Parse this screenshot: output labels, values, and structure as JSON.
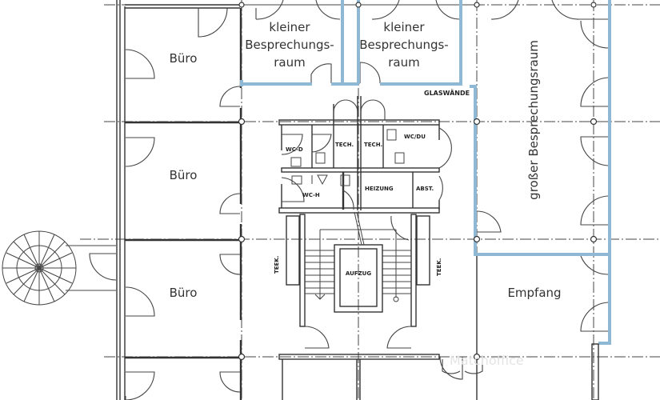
{
  "floorplan": {
    "rooms": {
      "buero_1": "Büro",
      "buero_2": "Büro",
      "buero_3": "Büro",
      "kleiner_1": [
        "kleiner",
        "Besprechungs-",
        "raum"
      ],
      "kleiner_2": [
        "kleiner",
        "Besprechungs-",
        "raum"
      ],
      "grosser": "großer Besprechungsraum",
      "empfang": "Empfang"
    },
    "labels": {
      "glaswaende": "GLASWÄNDE",
      "wc_d": "WC-D",
      "tech_1": "TECH.",
      "tech_2": "TECH.",
      "wc_du": "WC/DU",
      "wc_h": "WC-H",
      "heizung": "HEIZUNG",
      "abst": "ABST.",
      "aufzug": "AUFZUG",
      "teek_1": "TEEK.",
      "teek_2": "TEEK."
    },
    "watermark": "Matchoffice",
    "colors": {
      "glass_wall": "#8fb8d4",
      "lines": "#333333"
    }
  }
}
